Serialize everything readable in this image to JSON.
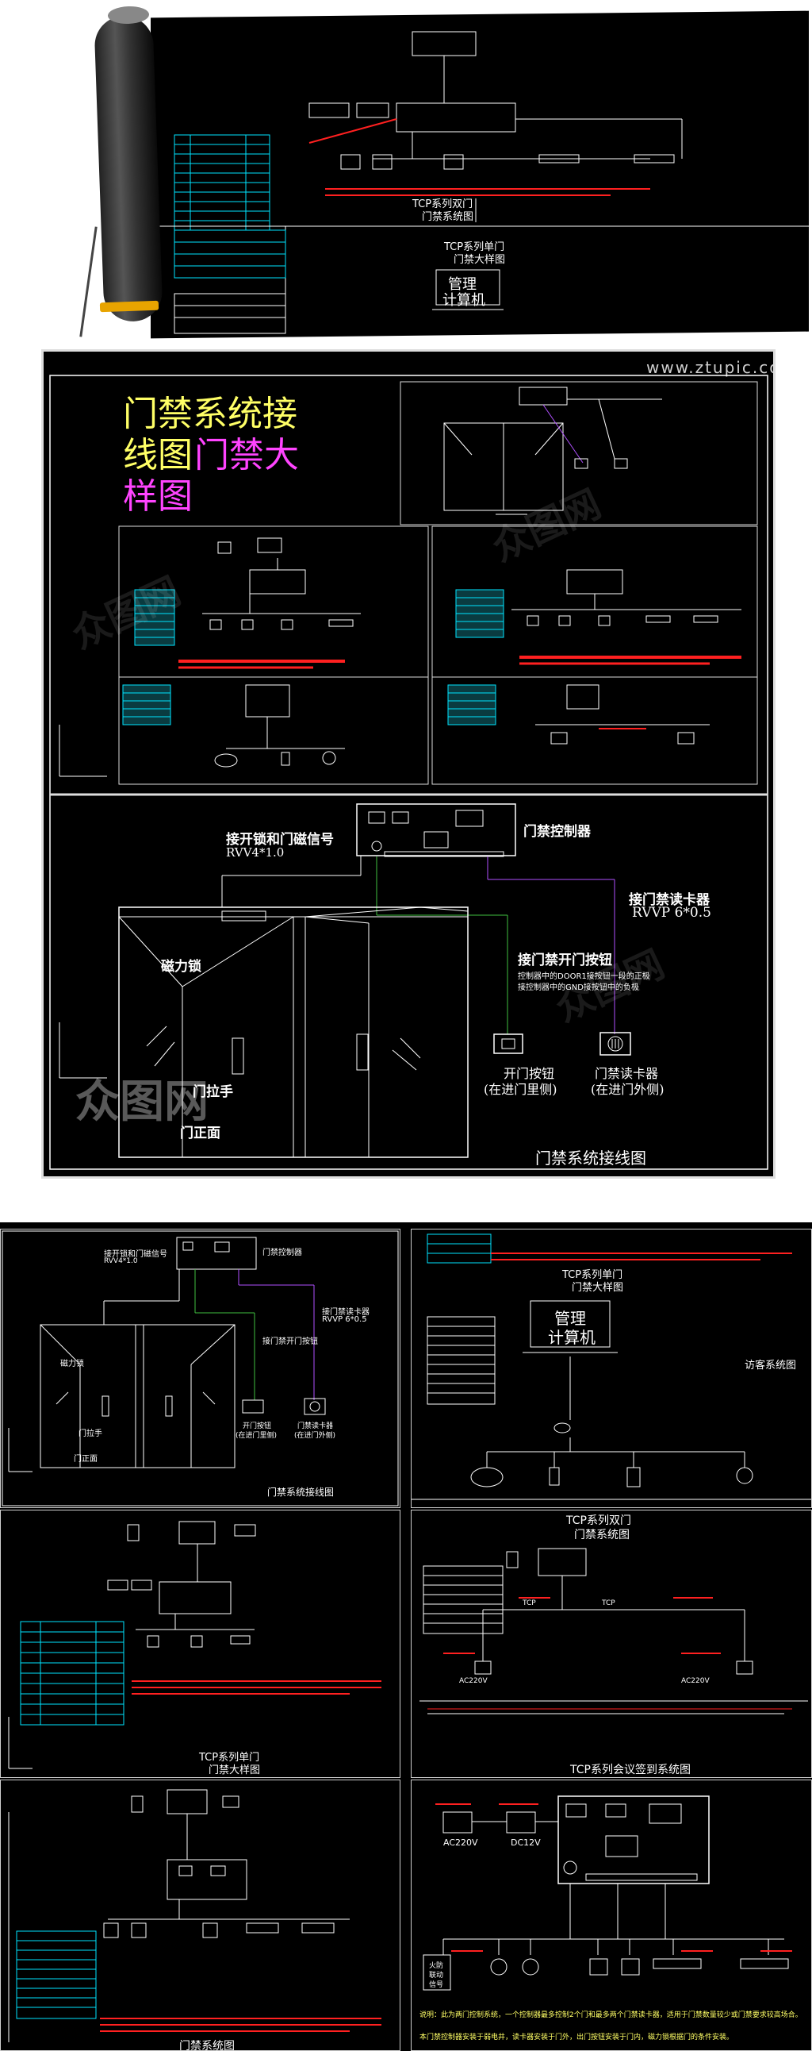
{
  "colors": {
    "background": "#000000",
    "line": "#ffffff",
    "cyan": "#00e5ff",
    "red": "#ff2020",
    "yellow": "#ffff66",
    "magenta": "#ff44ff"
  },
  "watermark": {
    "site": "www.ztupic.com",
    "brand": "众图网"
  },
  "hero": {
    "title_line1": "门禁系统接",
    "title_line2_a": "线图",
    "title_line2_b": "门禁大",
    "title_line3": "样图"
  },
  "roll": {
    "tcp_double": "TCP系列双门",
    "tcp_double_sub": "门禁系统图",
    "tcp_single": "TCP系列单门",
    "tcp_single_sub": "门禁大样图",
    "mgmt_pc_1": "管理",
    "mgmt_pc_2": "计算机"
  },
  "big_wiring": {
    "controller": "门禁控制器",
    "lock_signal": "接开锁和门磁信号",
    "lock_cable": "RVV4*1.0",
    "reader_cable_title": "接门禁读卡器",
    "reader_cable": "RVVP 6*0.5",
    "button_title": "接门禁开门按钮",
    "button_note_1": "控制器中的DOOR1接按钮一段的正极",
    "button_note_2": "接控制器中的GND接按钮中的负极",
    "mag_lock": "磁力锁",
    "handle": "门拉手",
    "door_frame": "门正面",
    "open_button": "开门按钮",
    "open_button_loc": "(在进门里侧)",
    "card_reader": "门禁读卡器",
    "card_reader_loc": "(在进门外侧)",
    "caption": "门禁系统接线图"
  },
  "sub_wiring": {
    "controller": "门禁控制器",
    "lock_signal": "接开锁和门磁信号",
    "lock_cable": "RVV4*1.0",
    "reader_cable_title": "接门禁读卡器",
    "reader_cable": "RVVP 6*0.5",
    "button_title": "接门禁开门按钮",
    "mag_lock": "磁力锁",
    "handle": "门拉手",
    "door_frame": "门正面",
    "open_button": "开门按钮",
    "open_button_loc": "(在进门里侧)",
    "card_reader": "门禁读卡器",
    "card_reader_loc": "(在进门外侧)",
    "caption": "门禁系统接线图"
  },
  "visitor_panel": {
    "title_1": "TCP系列单门",
    "title_2": "门禁大样图",
    "mgmt_1": "管理",
    "mgmt_2": "计算机",
    "visitor_system": "访客系统图"
  },
  "single_door_panel": {
    "title_1": "TCP系列单门",
    "title_2": "门禁大样图"
  },
  "double_door_panel": {
    "title_1": "TCP系列双门",
    "title_2": "门禁系统图",
    "meeting": "TCP系列会议签到系统图",
    "tcp": "TCP",
    "ac": "AC220V"
  },
  "bottom_left_panel": {
    "title": "门禁系统图"
  },
  "bottom_right_panel": {
    "power_ac": "AC220V",
    "power_dc": "DC12V",
    "fire_1": "火防",
    "fire_2": "联动",
    "fire_3": "信号",
    "note": "说明：此为两门控制系统，一个控制器最多控制2个门和最多两个门禁读卡器，适用于门禁数量较少或门禁要求较高场合。",
    "note2": "本门禁控制器安装于弱电井，读卡器安装于门外，出门按钮安装于门内，磁力锁根据门的条件安装。"
  }
}
